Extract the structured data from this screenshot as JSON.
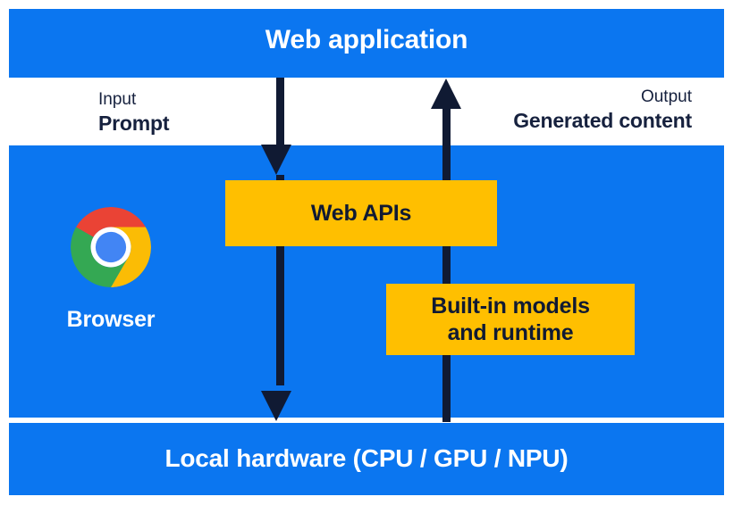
{
  "diagram": {
    "title": "Web application",
    "bands": {
      "top": {
        "label": "Web application"
      },
      "bottom": {
        "label": "Local hardware (CPU / GPU / NPU)"
      }
    },
    "io": {
      "input": {
        "kind": "Input",
        "value": "Prompt"
      },
      "output": {
        "kind": "Output",
        "value": "Generated content"
      }
    },
    "boxes": [
      {
        "label": "Web APIs"
      },
      {
        "label": "Built-in models and runtime",
        "line1": "Built-in models",
        "line2": "and runtime"
      }
    ],
    "browser": {
      "label": "Browser",
      "logo": "chrome-logo"
    },
    "colors": {
      "band_blue": "#0B76F0",
      "box_yellow": "#FFBF00",
      "arrow_dark": "#101A33",
      "text_white": "#FFFFFF",
      "text_dark": "#16213E",
      "chrome_red": "#EA4335",
      "chrome_yellow": "#FBBC05",
      "chrome_green": "#34A853",
      "chrome_blue": "#4285F4"
    }
  }
}
